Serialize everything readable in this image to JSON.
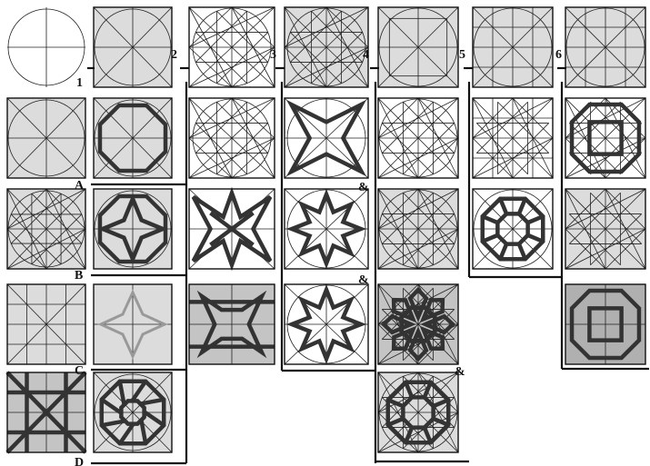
{
  "figure": {
    "column_numbers": [
      "1",
      "2",
      "3",
      "4",
      "5",
      "6"
    ],
    "row_letters": [
      "A",
      "B",
      "C",
      "D"
    ],
    "ampersands": [
      "&",
      "&",
      "&"
    ]
  },
  "tiles": [
    {
      "id": "c0-r0",
      "shade": "none",
      "bg": "plain",
      "guides": [
        "circle",
        "cross"
      ],
      "motif": "none"
    },
    {
      "id": "c0-r1",
      "shade": "g1",
      "guides": [
        "circle",
        "cross",
        "diag"
      ],
      "motif": "none"
    },
    {
      "id": "c0-r2",
      "shade": "g1",
      "guides": [
        "circle",
        "cross",
        "diag",
        "star"
      ],
      "motif": "none"
    },
    {
      "id": "c0-r3",
      "shade": "g1",
      "guides": [
        "cross",
        "diag",
        "grid"
      ],
      "motif": "none"
    },
    {
      "id": "c0-r4",
      "shade": "g2",
      "guides": [
        "cross",
        "diag",
        "grid"
      ],
      "motif": "grid-bold"
    },
    {
      "id": "c1-r0",
      "shade": "g1",
      "guides": [
        "circle",
        "cross",
        "diag"
      ],
      "motif": "none"
    },
    {
      "id": "c1-r1",
      "shade": "g1",
      "guides": [
        "circle",
        "cross",
        "diag"
      ],
      "motif": "octagon"
    },
    {
      "id": "c1-r2",
      "shade": "g1",
      "guides": [
        "circle",
        "cross"
      ],
      "motif": "octagon-star"
    },
    {
      "id": "c1-r3",
      "shade": "g1",
      "guides": [
        "cross"
      ],
      "motif": "cross-star"
    },
    {
      "id": "c1-r4",
      "shade": "g1",
      "guides": [
        "circle",
        "cross",
        "diag"
      ],
      "motif": "rosette"
    },
    {
      "id": "c2-r0",
      "shade": "none",
      "guides": [
        "circle",
        "cross",
        "diag",
        "star"
      ],
      "motif": "none"
    },
    {
      "id": "c2-r1",
      "shade": "none",
      "guides": [
        "circle",
        "cross",
        "diag",
        "star"
      ],
      "motif": "none"
    },
    {
      "id": "c2-r2",
      "shade": "none",
      "guides": [
        "cross",
        "diag"
      ],
      "motif": "pinwheel"
    },
    {
      "id": "c2-r3",
      "shade": "g2",
      "guides": [
        "cross"
      ],
      "motif": "x-shape"
    },
    {
      "id": "c3-r0",
      "shade": "g1",
      "guides": [
        "circle",
        "cross",
        "diag",
        "star"
      ],
      "motif": "none"
    },
    {
      "id": "c3-r1",
      "shade": "none",
      "guides": [
        "circle",
        "cross",
        "diag"
      ],
      "motif": "concave-star"
    },
    {
      "id": "c3-r2",
      "shade": "none",
      "guides": [
        "circle",
        "cross",
        "diag"
      ],
      "motif": "eight-star"
    },
    {
      "id": "c3-r3",
      "shade": "none",
      "guides": [
        "circle",
        "cross",
        "diag"
      ],
      "motif": "eight-star"
    },
    {
      "id": "c4-r0",
      "shade": "g1",
      "guides": [
        "circle",
        "cross",
        "diag",
        "frame-square"
      ],
      "motif": "none"
    },
    {
      "id": "c4-r1",
      "shade": "none",
      "guides": [
        "circle",
        "cross",
        "diag",
        "star"
      ],
      "motif": "none"
    },
    {
      "id": "c4-r2",
      "shade": "g1",
      "guides": [
        "circle",
        "cross",
        "diag",
        "star"
      ],
      "motif": "none"
    },
    {
      "id": "c4-r3",
      "shade": "g2",
      "guides": [
        "cross",
        "diag",
        "star"
      ],
      "motif": "dense-rosette"
    },
    {
      "id": "c4-r4",
      "shade": "g1",
      "guides": [
        "circle",
        "cross",
        "diag",
        "star"
      ],
      "motif": "octagon-ring"
    },
    {
      "id": "c5-r0",
      "shade": "g1",
      "guides": [
        "circle",
        "cross",
        "diag",
        "grid"
      ],
      "motif": "none"
    },
    {
      "id": "c5-r1",
      "shade": "none",
      "guides": [
        "cross",
        "diag",
        "star",
        "grid"
      ],
      "motif": "none"
    },
    {
      "id": "c5-r2",
      "shade": "none",
      "guides": [
        "circle",
        "cross",
        "diag"
      ],
      "motif": "octagon-ring"
    },
    {
      "id": "c6-r0",
      "shade": "g1",
      "guides": [
        "circle",
        "cross",
        "diag",
        "grid"
      ],
      "motif": "none"
    },
    {
      "id": "c6-r1",
      "shade": "none",
      "guides": [
        "cross",
        "diag",
        "star"
      ],
      "motif": "hex-band"
    },
    {
      "id": "c6-r2",
      "shade": "g1",
      "guides": [
        "cross",
        "diag",
        "star"
      ],
      "motif": "none"
    },
    {
      "id": "c6-r3",
      "shade": "g3",
      "guides": [
        "cross"
      ],
      "motif": "hex-band"
    }
  ]
}
